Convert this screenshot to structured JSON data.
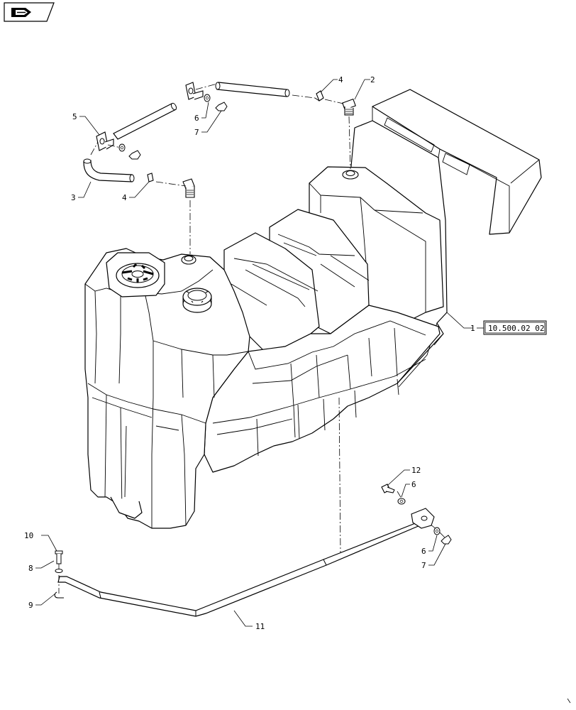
{
  "nav_icon": "arrow-folder-icon",
  "reference": "10.500.02 02",
  "callouts": {
    "c1": "1",
    "c2": "2",
    "c3": "3",
    "c4a": "4",
    "c4b": "4",
    "c5": "5",
    "c6a": "6",
    "c7a": "7",
    "c6b": "6",
    "c7b": "7",
    "c6c": "6",
    "c8": "8",
    "c9": "9",
    "c10": "10",
    "c11": "11",
    "c12": "12"
  }
}
